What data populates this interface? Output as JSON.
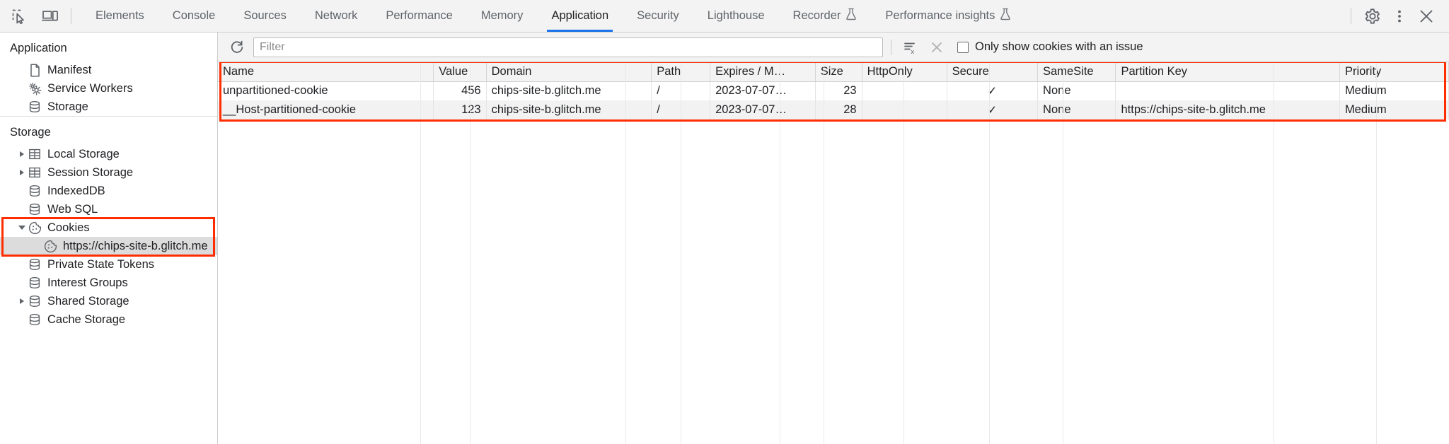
{
  "window": {
    "title": "Chrome DevTools — Application — Cookies"
  },
  "toolbar": {
    "inspect_icon": "inspect-element-icon",
    "device_icon": "device-toolbar-icon",
    "settings_icon": "gear-icon",
    "more_icon": "more-vertical-icon",
    "close_icon": "close-icon",
    "tabs": [
      {
        "label": "Elements",
        "active": false,
        "experimental": false
      },
      {
        "label": "Console",
        "active": false,
        "experimental": false
      },
      {
        "label": "Sources",
        "active": false,
        "experimental": false
      },
      {
        "label": "Network",
        "active": false,
        "experimental": false
      },
      {
        "label": "Performance",
        "active": false,
        "experimental": false
      },
      {
        "label": "Memory",
        "active": false,
        "experimental": false
      },
      {
        "label": "Application",
        "active": true,
        "experimental": false
      },
      {
        "label": "Security",
        "active": false,
        "experimental": false
      },
      {
        "label": "Lighthouse",
        "active": false,
        "experimental": false
      },
      {
        "label": "Recorder",
        "active": false,
        "experimental": true
      },
      {
        "label": "Performance insights",
        "active": false,
        "experimental": true
      }
    ],
    "active_tab_accent": "#1a73e8"
  },
  "sidebar": {
    "sections": [
      {
        "title": "Application",
        "items": [
          {
            "label": "Manifest",
            "icon": "document-icon",
            "indent": 1,
            "twisty": "none",
            "selected": false
          },
          {
            "label": "Service Workers",
            "icon": "gears-icon",
            "indent": 1,
            "twisty": "none",
            "selected": false
          },
          {
            "label": "Storage",
            "icon": "database-icon",
            "indent": 1,
            "twisty": "none",
            "selected": false
          }
        ]
      },
      {
        "title": "Storage",
        "items": [
          {
            "label": "Local Storage",
            "icon": "table-icon",
            "indent": 1,
            "twisty": "collapsed",
            "selected": false
          },
          {
            "label": "Session Storage",
            "icon": "table-icon",
            "indent": 1,
            "twisty": "collapsed",
            "selected": false
          },
          {
            "label": "IndexedDB",
            "icon": "database-icon",
            "indent": 1,
            "twisty": "none",
            "selected": false
          },
          {
            "label": "Web SQL",
            "icon": "database-icon",
            "indent": 1,
            "twisty": "none",
            "selected": false
          },
          {
            "label": "Cookies",
            "icon": "cookie-icon",
            "indent": 1,
            "twisty": "expanded",
            "selected": false
          },
          {
            "label": "https://chips-site-b.glitch.me",
            "icon": "cookie-icon",
            "indent": 2,
            "twisty": "none",
            "selected": true
          },
          {
            "label": "Private State Tokens",
            "icon": "database-icon",
            "indent": 1,
            "twisty": "none",
            "selected": false
          },
          {
            "label": "Interest Groups",
            "icon": "database-icon",
            "indent": 1,
            "twisty": "none",
            "selected": false
          },
          {
            "label": "Shared Storage",
            "icon": "database-icon",
            "indent": 1,
            "twisty": "collapsed",
            "selected": false
          },
          {
            "label": "Cache Storage",
            "icon": "database-icon",
            "indent": 1,
            "twisty": "none",
            "selected": false
          }
        ]
      }
    ]
  },
  "cookie_toolbar": {
    "refresh_icon": "refresh-icon",
    "clear_filtered_icon": "clear-filter-icon",
    "clear_all_icon": "clear-all-icon",
    "filter_value": "",
    "filter_placeholder": "Filter",
    "issue_checkbox_label": "Only show cookies with an issue",
    "issue_checkbox_checked": false
  },
  "cookie_table": {
    "columns": [
      "Name",
      "Value",
      "Domain",
      "Path",
      "Expires / M…",
      "Size",
      "HttpOnly",
      "Secure",
      "SameSite",
      "Partition Key",
      "Priority"
    ],
    "rows": [
      {
        "Name": "unpartitioned-cookie",
        "Value": "456",
        "Domain": "chips-site-b.glitch.me",
        "Path": "/",
        "Expires / M…": "2023-07-07…",
        "Size": "23",
        "HttpOnly": "",
        "Secure": "✓",
        "SameSite": "None",
        "Partition Key": "",
        "Priority": "Medium"
      },
      {
        "Name": "__Host-partitioned-cookie",
        "Value": "123",
        "Domain": "chips-site-b.glitch.me",
        "Path": "/",
        "Expires / M…": "2023-07-07…",
        "Size": "28",
        "HttpOnly": "",
        "Secure": "✓",
        "SameSite": "None",
        "Partition Key": "https://chips-site-b.glitch.me",
        "Priority": "Medium"
      }
    ]
  },
  "annotations": {
    "highlight_color": "#ff2d00",
    "boxes": [
      {
        "name": "cookies-tree-highlight",
        "target": "sidebar-cookies-group"
      },
      {
        "name": "cookie-table-highlight",
        "target": "cookie-data-grid"
      }
    ]
  }
}
